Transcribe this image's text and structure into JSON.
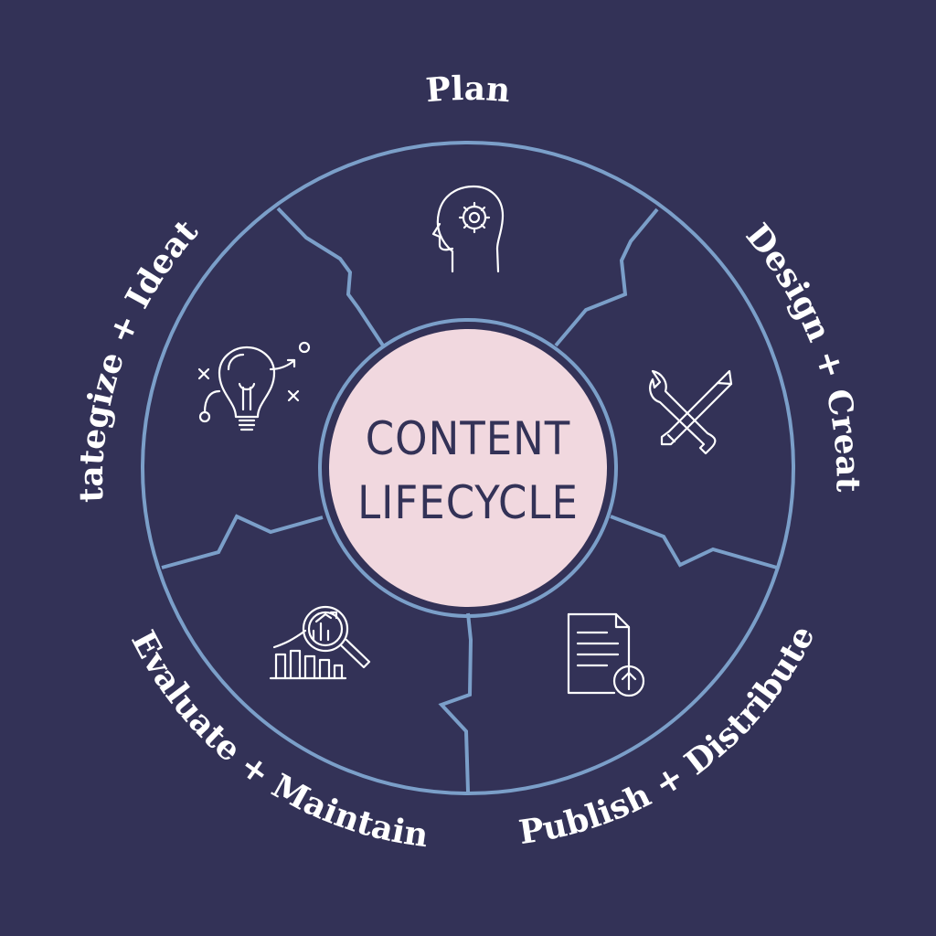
{
  "diagram": {
    "center_line1": "CONTENT",
    "center_line2": "LIFECYCLE",
    "stages": [
      {
        "label": "Plan",
        "icon": "head-gear-icon"
      },
      {
        "label": "Design + Create",
        "icon": "wrench-pencil-icon"
      },
      {
        "label": "Publish + Distribute",
        "icon": "document-upload-icon"
      },
      {
        "label": "Evaluate + Maintain",
        "icon": "chart-magnifier-icon"
      },
      {
        "label": "Stategize + Ideate",
        "icon": "lightbulb-strategy-icon"
      }
    ]
  },
  "colors": {
    "background": "#333257",
    "ring": "#7b9fc9",
    "center_fill": "#f1d8df",
    "text": "#ffffff",
    "center_text": "#333257"
  }
}
